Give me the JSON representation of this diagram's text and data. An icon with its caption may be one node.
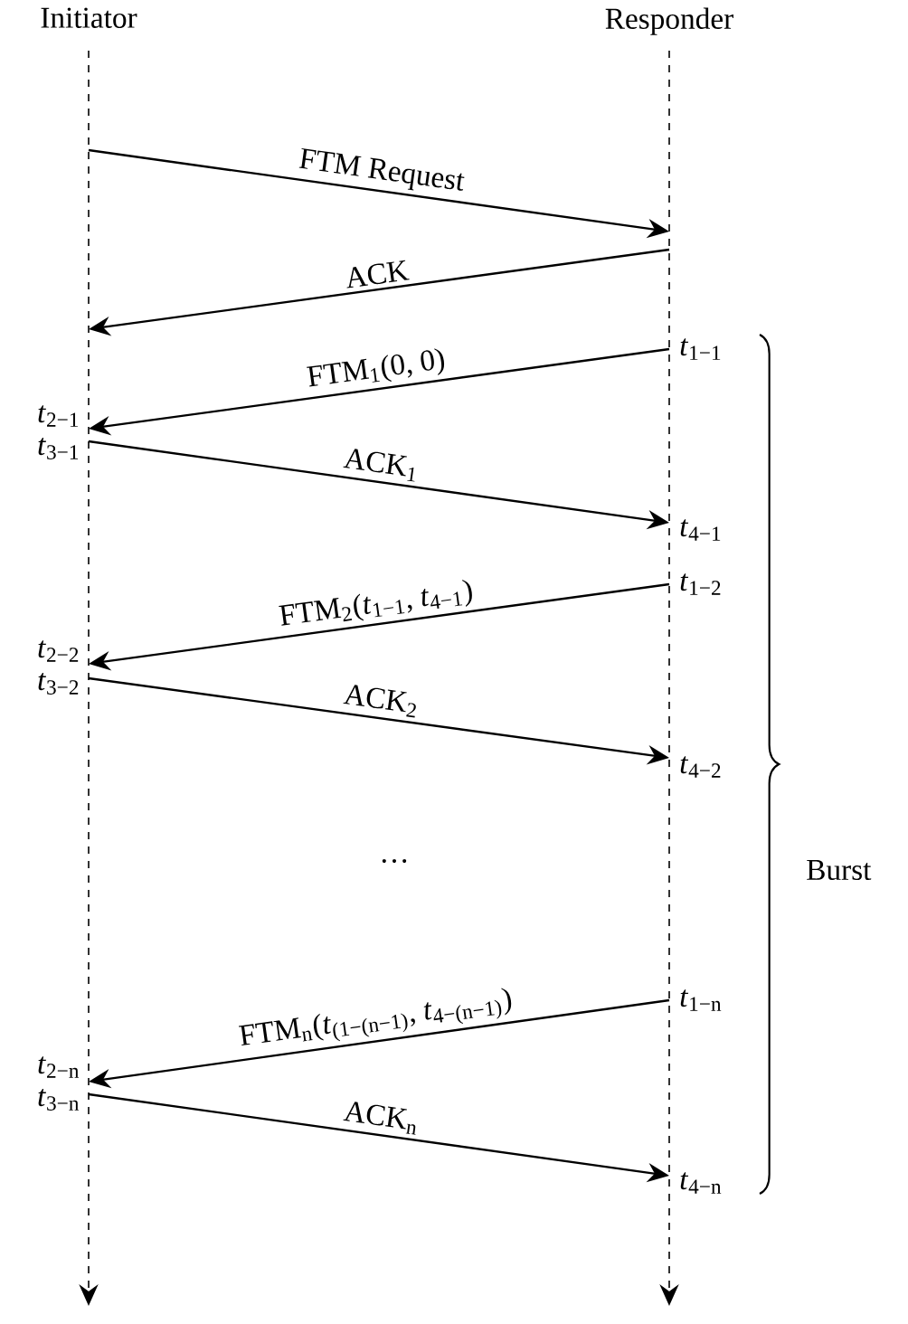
{
  "diagram": {
    "nodes": [
      {
        "text": [
          "Initiator"
        ]
      },
      {
        "text": [
          "Responder"
        ]
      }
    ],
    "edges": [
      {
        "from": 0,
        "to": 1,
        "arrow": "to",
        "label": "FTM Request"
      },
      {
        "from": 1,
        "to": 0,
        "arrow": "to",
        "label": "ACK"
      },
      {
        "from": 1,
        "to": 0,
        "arrow": "to",
        "label": "FTM$_{1}$(0, 0)"
      },
      {
        "from": 0,
        "to": 1,
        "arrow": "to",
        "label": "ACK$_{1}$"
      },
      {
        "from": 1,
        "to": 0,
        "arrow": "to",
        "label": "FTM$_{2}$(*t*$_{1−1}$, *t*$_{4−1}$)"
      },
      {
        "from": 0,
        "to": 1,
        "arrow": "to",
        "label": "ACK$_{2}$"
      },
      {
        "from": 1,
        "to": 0,
        "arrow": "to",
        "label": "FTM$_{n}$(*t*$_{(1−(n−1)}$, *t*$_{4−(n−1)}$)"
      },
      {
        "from": 0,
        "to": 1,
        "arrow": "to",
        "label": "ACK$_{n}$"
      }
    ],
    "labels": [
      "*t*$_{1−1}$",
      "*t*$_{2−1}$",
      "*t*$_{3−1}$",
      "*t*$_{4−1}$",
      "*t*$_{1−2}$",
      "*t*$_{2−2}$",
      "*t*$_{3−2}$",
      "*t*$_{4−2}$",
      "…",
      "*t*$_{1−n}$",
      "*t*$_{2−n}$",
      "*t*$_{3−n}$",
      "*t*$_{4−n}$",
      "Burst"
    ]
  }
}
